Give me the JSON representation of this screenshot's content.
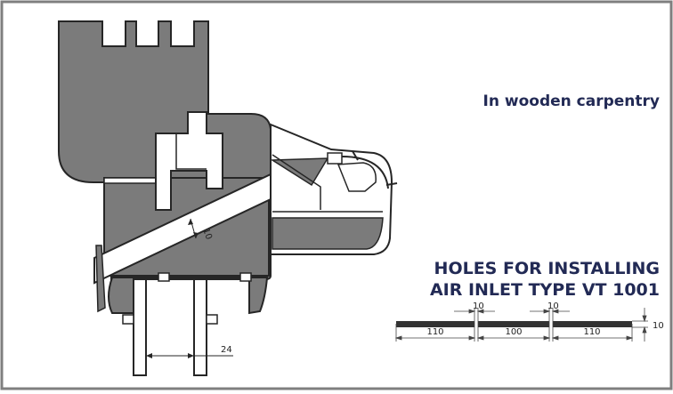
{
  "heading": {
    "subtitle": "In wooden carpentry",
    "title_line1": "HOLES FOR INSTALLING",
    "title_line2": "AIR INLET TYPE VT 1001"
  },
  "section_dimensions": {
    "diagonal_slot": "10",
    "bottom_width": "24"
  },
  "hole_layout": {
    "gap_left": "10",
    "gap_right": "10",
    "slot_height": "10",
    "slot_lengths": [
      "110",
      "100",
      "110"
    ]
  },
  "colors": {
    "profile": "#7b7b7b",
    "outline": "#262626",
    "title_text": "#222a55",
    "frame": "#7f7f7f"
  }
}
